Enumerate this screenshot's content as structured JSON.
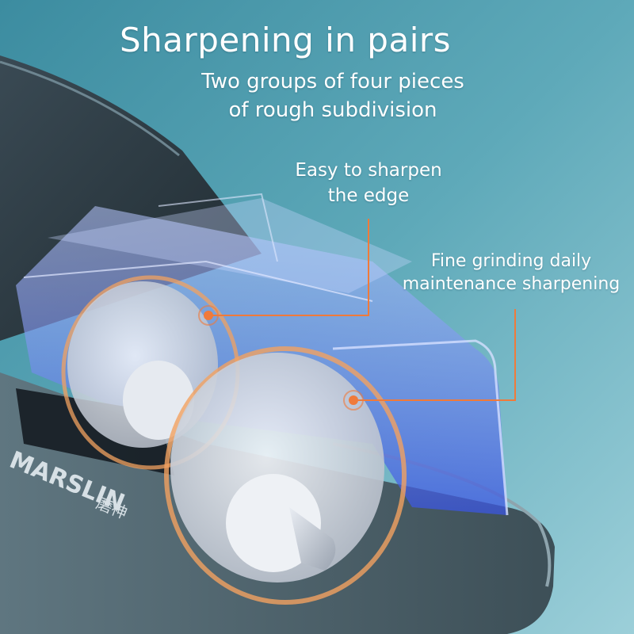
{
  "header": {
    "title": "Sharpening in pairs",
    "subtitle_line1": "Two groups of four pieces",
    "subtitle_line2": "of rough subdivision"
  },
  "callouts": [
    {
      "line1": "Easy to sharpen",
      "line2": "the edge"
    },
    {
      "line1": "Fine grinding daily",
      "line2": "maintenance sharpening"
    }
  ],
  "brand": {
    "name": "MARSLIN",
    "cjk": "磨神"
  },
  "colors": {
    "background_top": "#3f8fa3",
    "background_bottom": "#8ec6d2",
    "accent": "#f07a3a",
    "glow": "#e8873c",
    "housing": "#2f3c44",
    "guide": "#8aa8ff"
  }
}
